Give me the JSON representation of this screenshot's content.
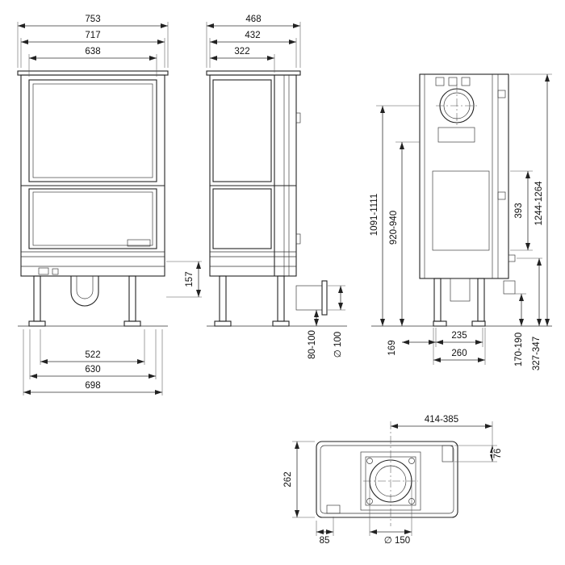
{
  "views": {
    "front": {
      "label": "front view",
      "dims": {
        "d753": "753",
        "d717": "717",
        "d638": "638",
        "d157": "157",
        "d522": "522",
        "d630": "630",
        "d698": "698"
      }
    },
    "side": {
      "label": "side view",
      "dims": {
        "d468": "468",
        "d432": "432",
        "d322": "322",
        "d80_100": "80-100",
        "dia100": "∅ 100"
      }
    },
    "rear": {
      "label": "rear view",
      "dims": {
        "d1091_1111": "1091-1111",
        "d920_940": "920-940",
        "d393": "393",
        "d1244_1264": "1244-1264",
        "d169": "169",
        "d235": "235",
        "d260": "260",
        "d170_190": "170-190",
        "d327_347": "327-347"
      }
    },
    "top": {
      "label": "top view",
      "dims": {
        "d414_385": "414-385",
        "d76": "76",
        "d262": "262",
        "d85": "85",
        "dia150": "∅ 150"
      }
    }
  }
}
